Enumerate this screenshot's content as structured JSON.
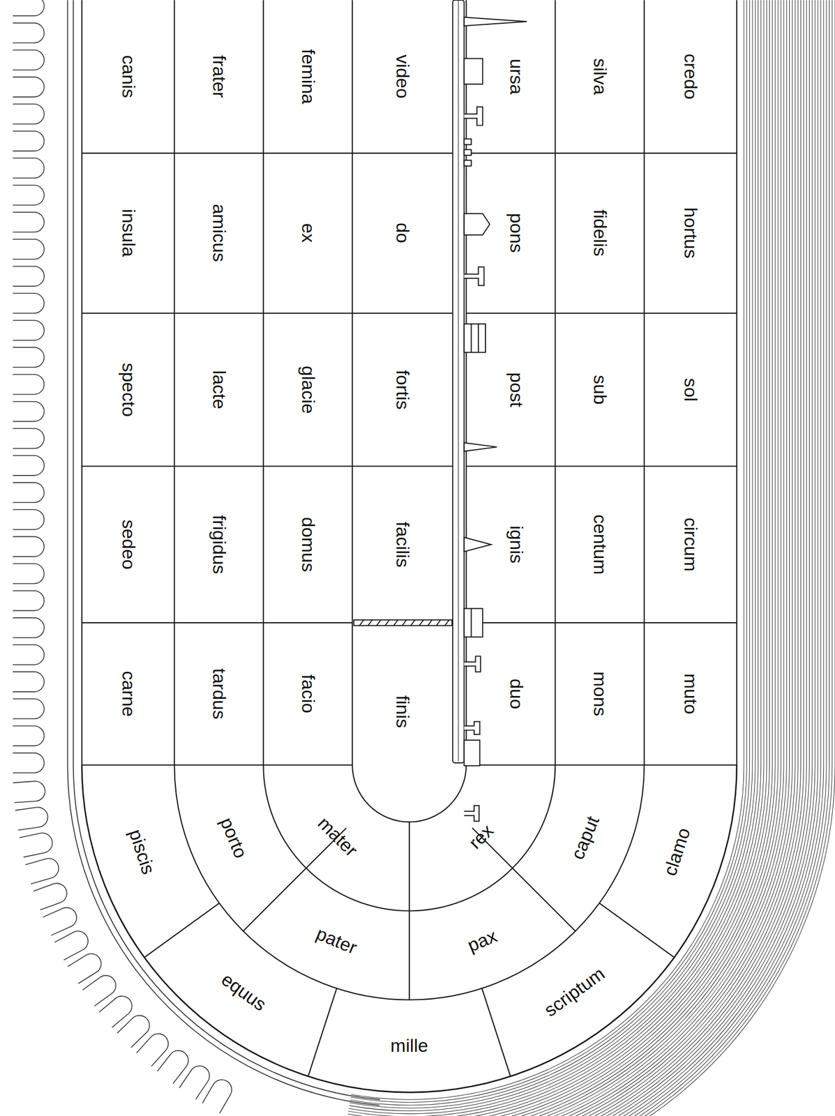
{
  "diagram": {
    "nodes": [
      {
        "text": [
          "canis"
        ]
      },
      {
        "text": [
          "frater"
        ]
      },
      {
        "text": [
          "femina"
        ]
      },
      {
        "text": [
          "video"
        ]
      },
      {
        "text": [
          "ursa"
        ]
      },
      {
        "text": [
          "silva"
        ]
      },
      {
        "text": [
          "credo"
        ]
      },
      {
        "text": [
          "insula"
        ]
      },
      {
        "text": [
          "amicus"
        ]
      },
      {
        "text": [
          "ex"
        ]
      },
      {
        "text": [
          "do"
        ]
      },
      {
        "text": [
          "pons"
        ]
      },
      {
        "text": [
          "fidelis"
        ]
      },
      {
        "text": [
          "hortus"
        ]
      },
      {
        "text": [
          "specto"
        ]
      },
      {
        "text": [
          "lacte"
        ]
      },
      {
        "text": [
          "glacie"
        ]
      },
      {
        "text": [
          "fortis"
        ]
      },
      {
        "text": [
          "post"
        ]
      },
      {
        "text": [
          "sub"
        ]
      },
      {
        "text": [
          "sol"
        ]
      },
      {
        "text": [
          "sedeo"
        ]
      },
      {
        "text": [
          "frigidus"
        ]
      },
      {
        "text": [
          "domus"
        ]
      },
      {
        "text": [
          "facilis"
        ]
      },
      {
        "text": [
          "ignis"
        ]
      },
      {
        "text": [
          "centum"
        ]
      },
      {
        "text": [
          "circum"
        ]
      },
      {
        "text": [
          "carne"
        ]
      },
      {
        "text": [
          "tardus"
        ]
      },
      {
        "text": [
          "facio"
        ]
      },
      {
        "text": [
          "finis"
        ]
      },
      {
        "text": [
          "duo"
        ]
      },
      {
        "text": [
          "mons"
        ]
      },
      {
        "text": [
          "muto"
        ]
      },
      {
        "text": [
          "mater"
        ]
      },
      {
        "text": [
          "rex"
        ]
      },
      {
        "text": [
          "porto"
        ]
      },
      {
        "text": [
          "pater"
        ]
      },
      {
        "text": [
          "pax"
        ]
      },
      {
        "text": [
          "caput"
        ]
      },
      {
        "text": [
          "piscis"
        ]
      },
      {
        "text": [
          "equus"
        ]
      },
      {
        "text": [
          "mille"
        ]
      },
      {
        "text": [
          "scriptum"
        ]
      },
      {
        "text": [
          "clamo"
        ]
      }
    ]
  }
}
